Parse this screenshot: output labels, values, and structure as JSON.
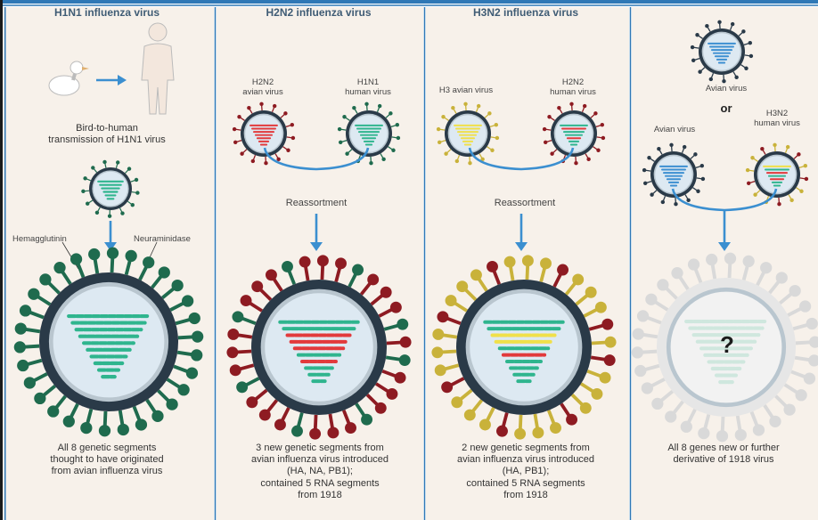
{
  "colors": {
    "frame_blue": "#2f78b6",
    "panel_bg": "#f7f1ea",
    "arrow_blue": "#3b8fd0",
    "green_spike": "#1f6b4e",
    "red_spike": "#8e1b22",
    "yellow_spike": "#c9b23a",
    "rna_green": "#2fb58e",
    "rna_red": "#e23a3c",
    "rna_yellow": "#f0e04a",
    "rna_blue": "#3d8fd1",
    "ghost": "#d9d9d9"
  },
  "panels": [
    {
      "header": "H1N1 influenza virus",
      "transmission_caption": "Bird-to-human\ntransmission of H1N1 virus",
      "label_hemagglutinin": "Hemagglutinin",
      "label_neuraminidase": "Neuraminidase",
      "footer": "All 8 genetic segments\nthought to have originated\nfrom avian influenza virus"
    },
    {
      "header": "H2N2 influenza virus",
      "left_virus_label": "H2N2\navian virus",
      "right_virus_label": "H1N1\nhuman virus",
      "reassortment": "Reassortment",
      "footer": "3 new genetic segments from\navian influenza virus introduced\n(HA, NA, PB1);\ncontained 5 RNA segments\nfrom 1918"
    },
    {
      "header": "H3N2 influenza virus",
      "left_virus_label": "H3 avian virus",
      "right_virus_label": "H2N2\nhuman virus",
      "reassortment": "Reassortment",
      "footer": "2 new genetic segments from\navian influenza virus introduced\n(HA, PB1);\ncontained 5 RNA segments\nfrom 1918"
    },
    {
      "top_virus_label": "Avian virus",
      "or_text": "or",
      "left_virus_label": "Avian virus",
      "right_virus_label": "H3N2\nhuman virus",
      "question_mark": "?",
      "footer": "All 8 genes new or further\nderivative of 1918 virus"
    }
  ]
}
